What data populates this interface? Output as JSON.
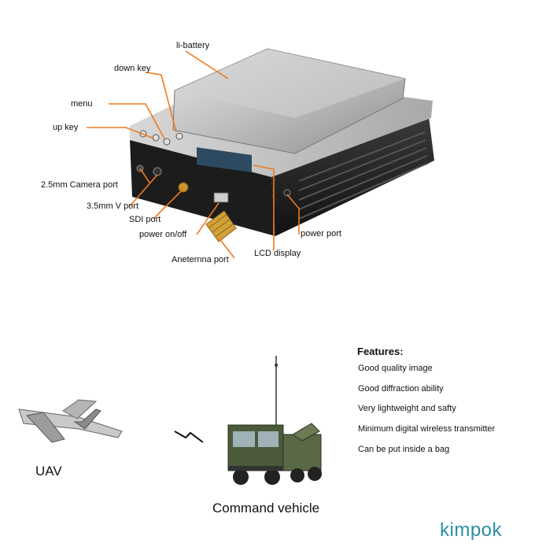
{
  "device_labels": {
    "battery": "li-battery",
    "down_key": "down key",
    "menu": "menu",
    "up_key": "up  key",
    "camera_port": "2.5mm Camera port",
    "v_port": "3.5mm V port",
    "sdi_port": "SDI port",
    "power_switch": "power  on/off",
    "antenna_port": "Aneternna port",
    "lcd_display": "LCD display",
    "power_port": "power  port"
  },
  "features": {
    "title": "Features:",
    "items": [
      "Good quality image",
      "Good diffraction ability",
      "Very lightweight and safty",
      "Minimum digital wireless transmitter",
      "Can be put inside a bag"
    ]
  },
  "diagram": {
    "uav_label": "UAV",
    "vehicle_label": "Command vehicle"
  },
  "brand": "kimpok",
  "colors": {
    "leader_lines": "#f07a1c",
    "brand": "#2a8fa8"
  }
}
